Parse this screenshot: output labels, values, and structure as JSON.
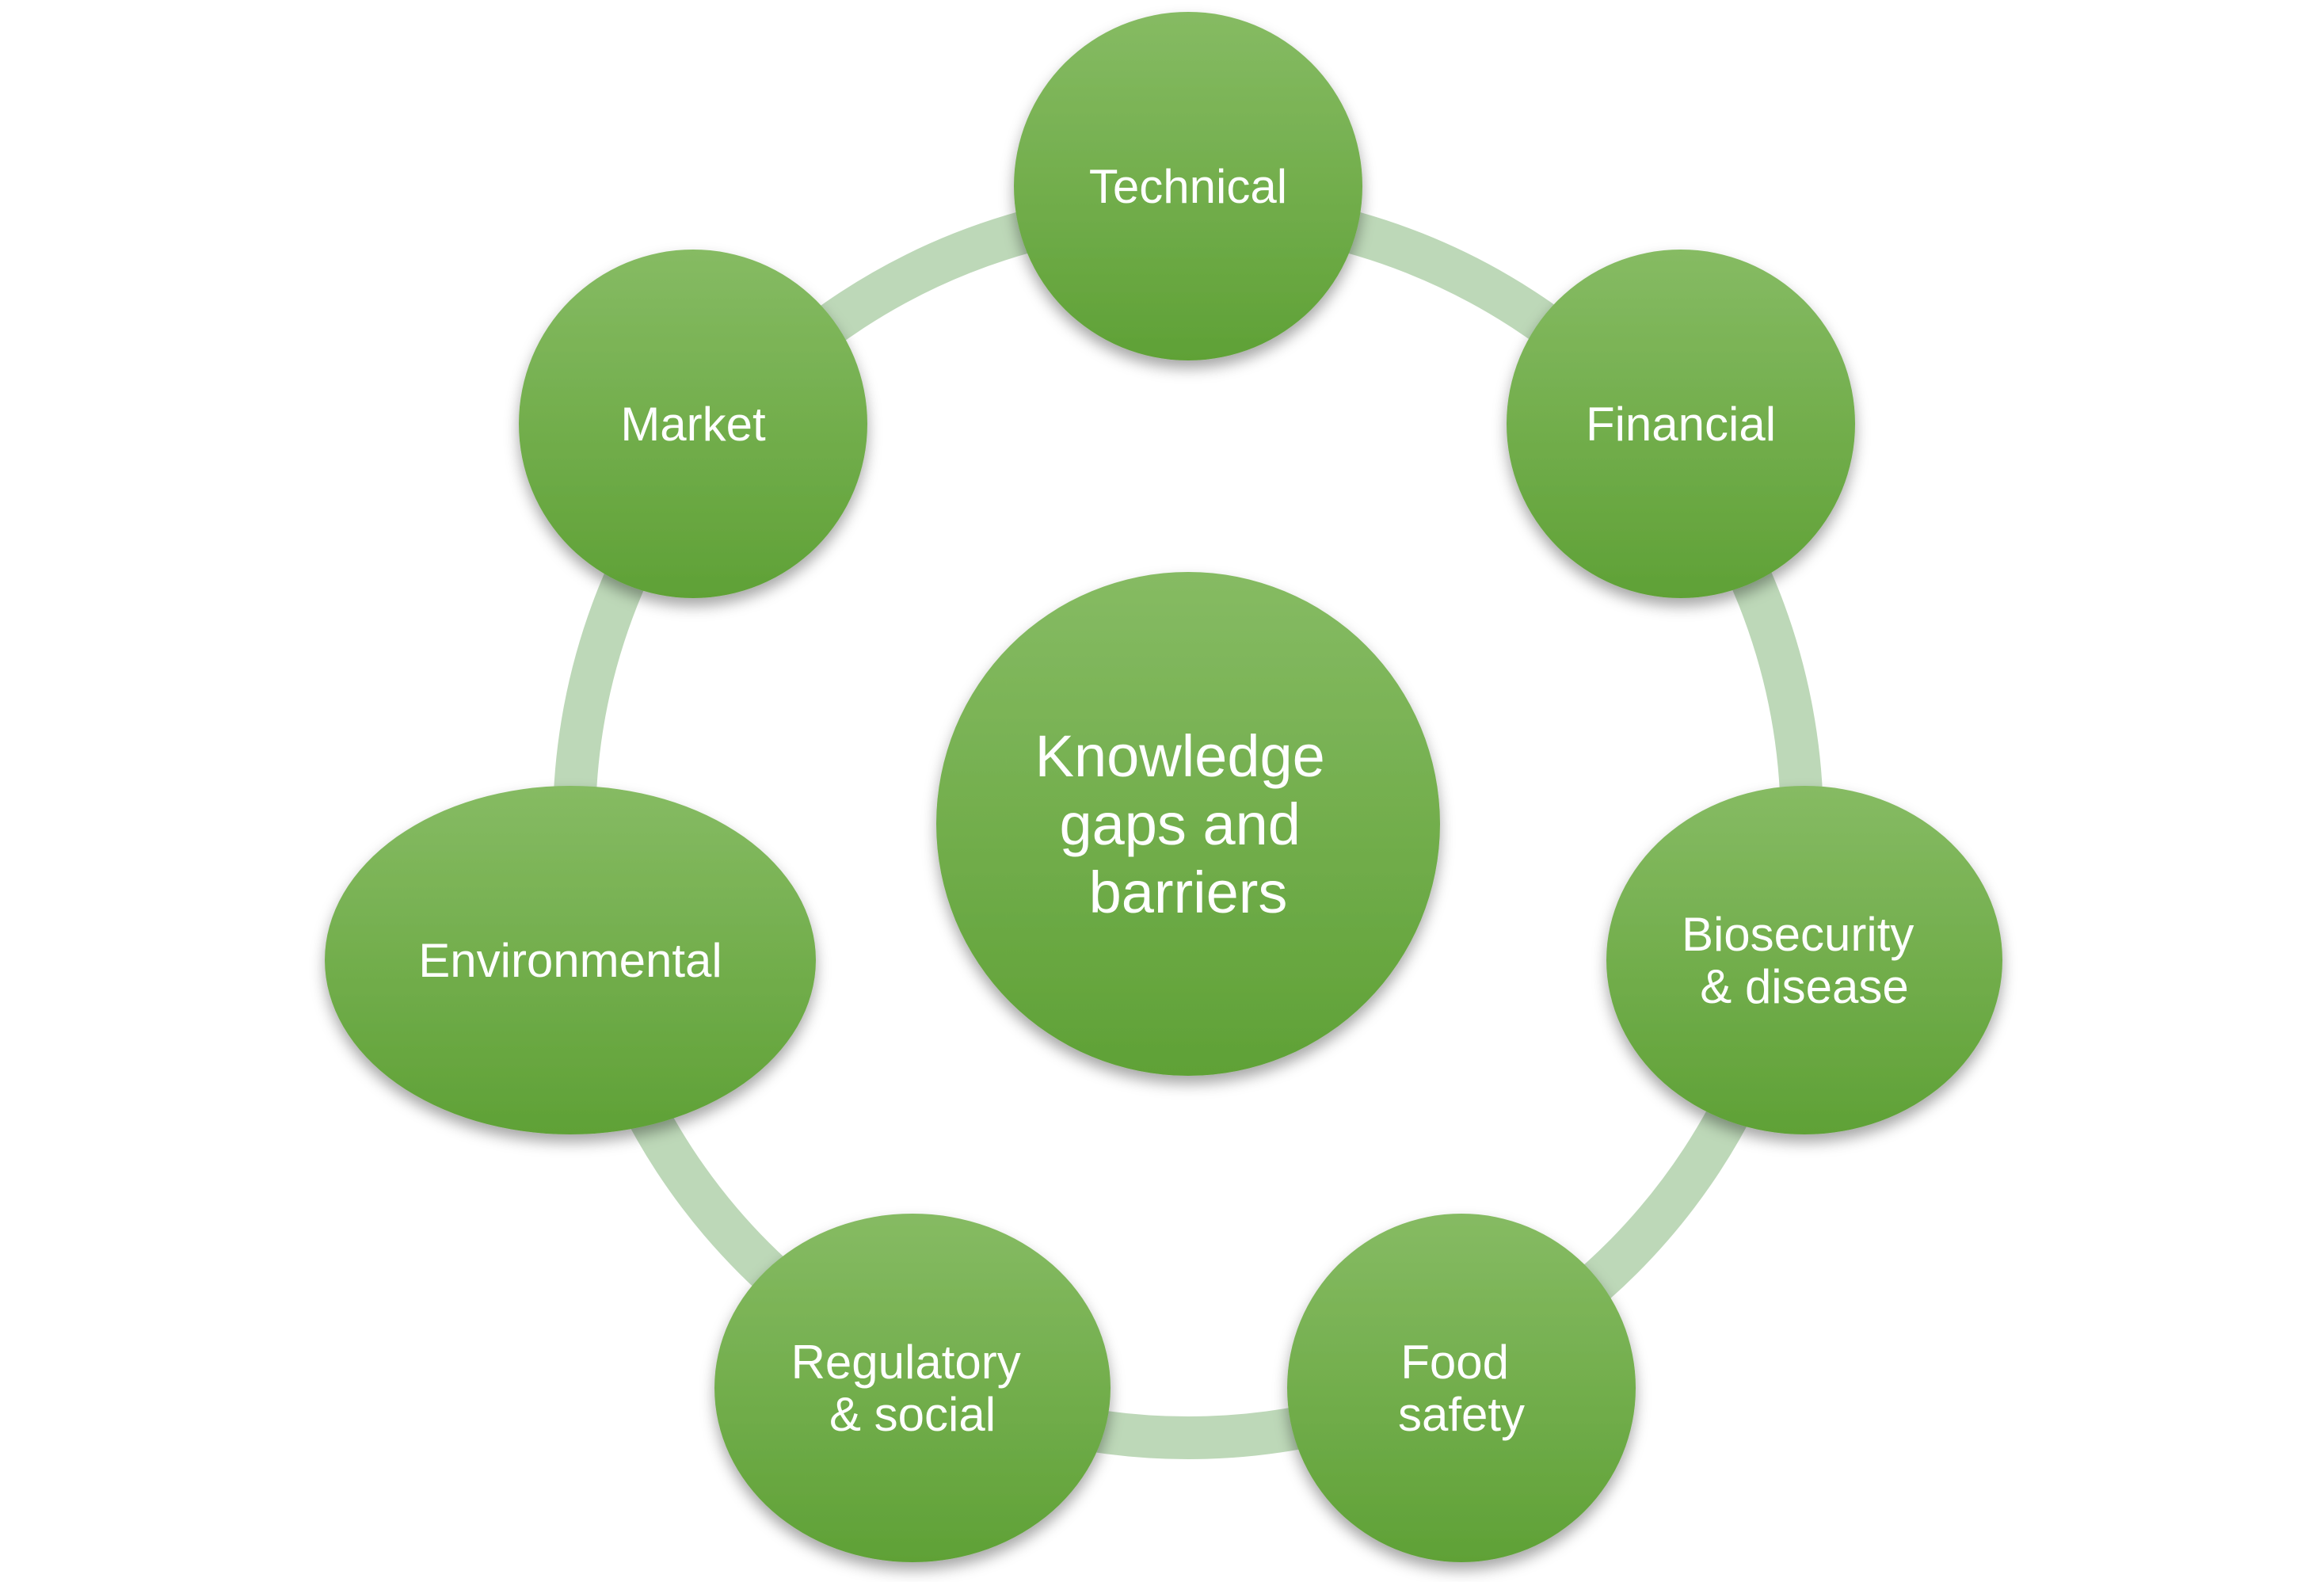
{
  "diagram": {
    "center": {
      "lines": [
        "Knowledge",
        "gaps and",
        "barriers"
      ]
    },
    "nodes": [
      {
        "id": "technical",
        "lines": [
          "Technical"
        ]
      },
      {
        "id": "financial",
        "lines": [
          "Financial"
        ]
      },
      {
        "id": "biosecurity",
        "lines": [
          "Biosecurity",
          "& disease"
        ]
      },
      {
        "id": "food-safety",
        "lines": [
          "Food",
          "safety"
        ]
      },
      {
        "id": "regulatory",
        "lines": [
          "Regulatory",
          "& social"
        ]
      },
      {
        "id": "environmental",
        "lines": [
          "Environmental"
        ]
      },
      {
        "id": "market",
        "lines": [
          "Market"
        ]
      }
    ],
    "colors": {
      "node_top": "#86bb63",
      "node_bottom": "#5fa136",
      "ring": "#bdd8b8",
      "text": "#ffffff"
    }
  }
}
